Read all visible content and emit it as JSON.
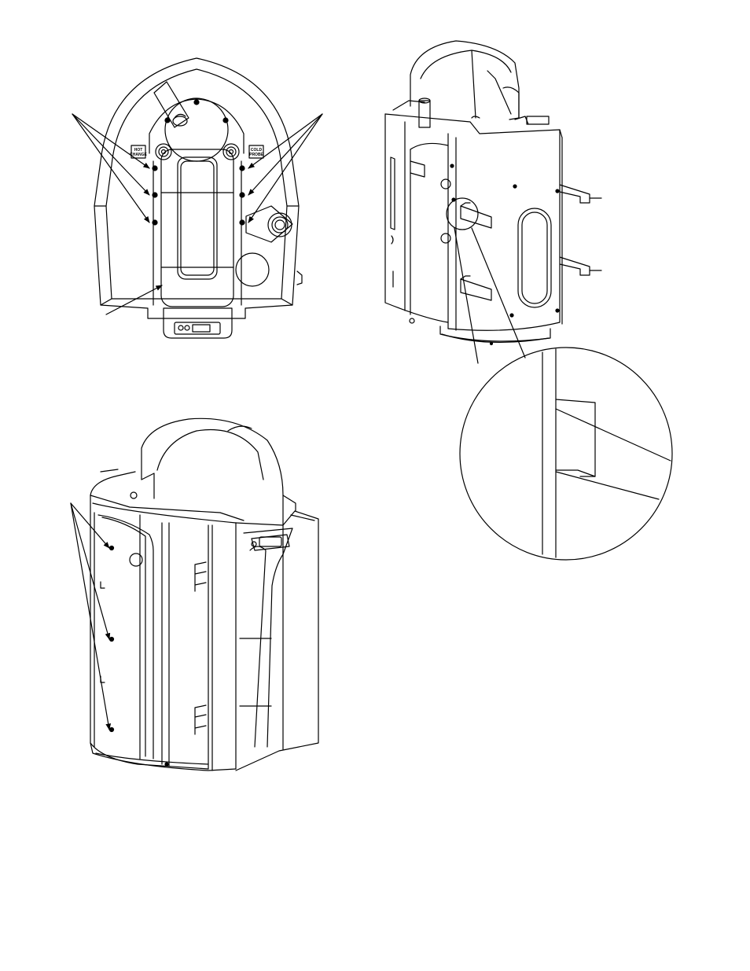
{
  "figures": {
    "top_view": {
      "hot_label_line1": "HOT",
      "hot_label_line2": "CHANGE",
      "cold_label_line1": "COLD",
      "cold_label_line2": "PROBE"
    }
  },
  "colors": {
    "ink": "#000000",
    "paper": "#ffffff"
  }
}
